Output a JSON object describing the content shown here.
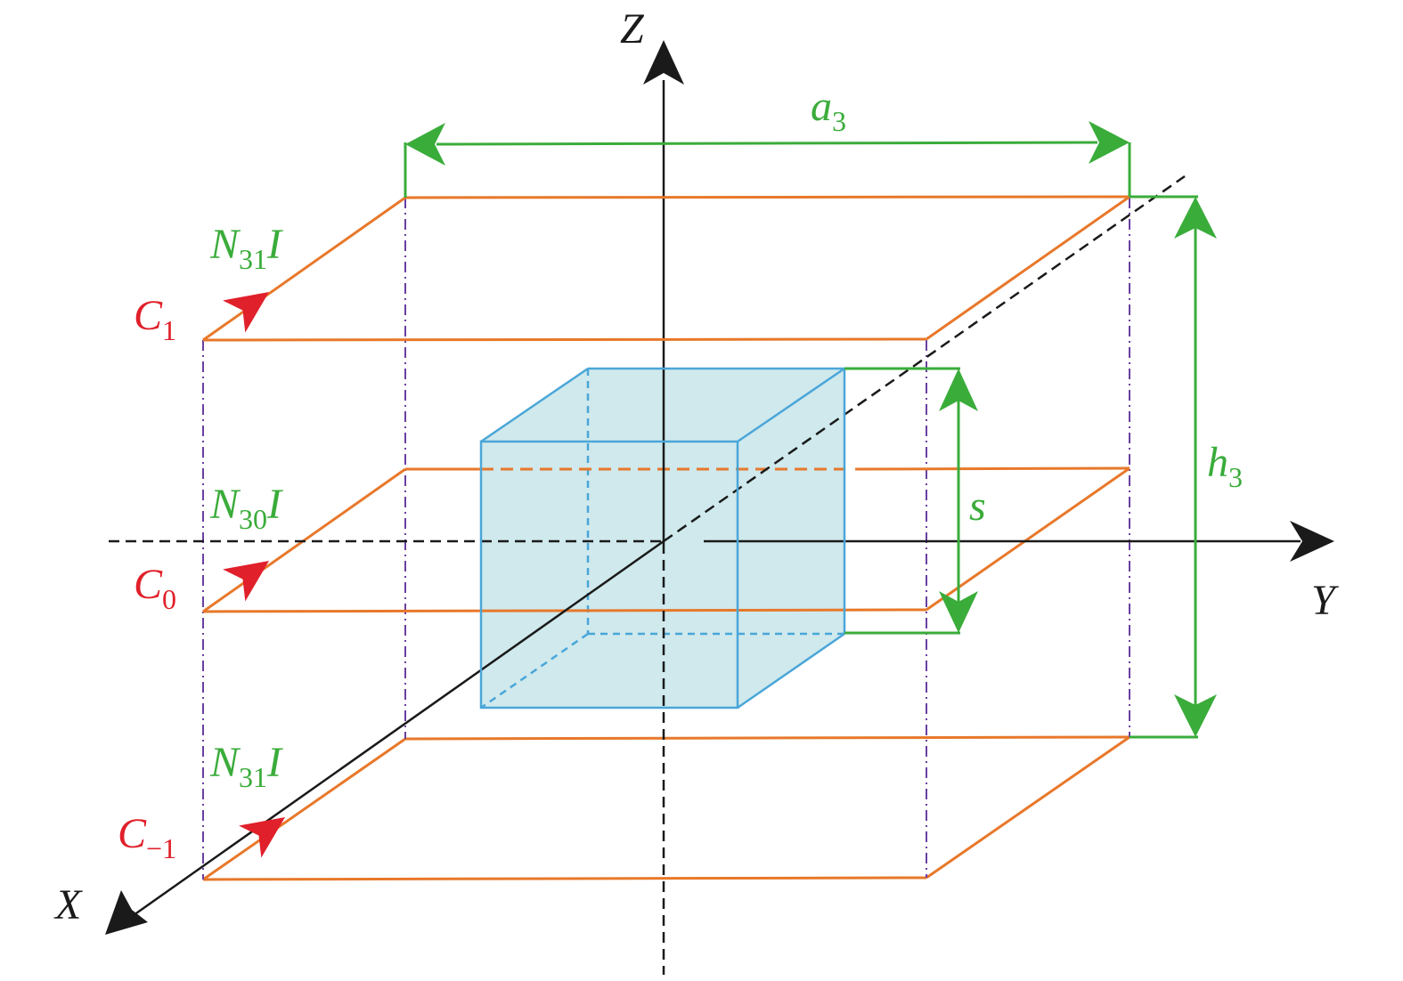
{
  "axes": {
    "z": "Z",
    "y": "Y",
    "x": "X"
  },
  "dimensions": {
    "width": {
      "main": "a",
      "sub": "3"
    },
    "height": {
      "main": "h",
      "sub": "3"
    },
    "spacing": {
      "main": "s"
    }
  },
  "coils": [
    {
      "name": {
        "main": "C",
        "sub": "1"
      },
      "current": {
        "n": "N",
        "sub": "31",
        "i": "I"
      }
    },
    {
      "name": {
        "main": "C",
        "sub": "0"
      },
      "current": {
        "n": "N",
        "sub": "30",
        "i": "I"
      }
    },
    {
      "name": {
        "main": "C",
        "sub": "−1"
      },
      "current": {
        "n": "N",
        "sub": "31",
        "i": "I"
      }
    }
  ],
  "colors": {
    "axis": "#1a1a1a",
    "coil": "#e8782a",
    "dimension": "#3aac3a",
    "coil_label": "#e0202a",
    "current_arrow": "#e0202a",
    "guide": "#6a3fa0",
    "cube_fill": "#cce8ec",
    "cube_edge": "#4aa6d8"
  }
}
